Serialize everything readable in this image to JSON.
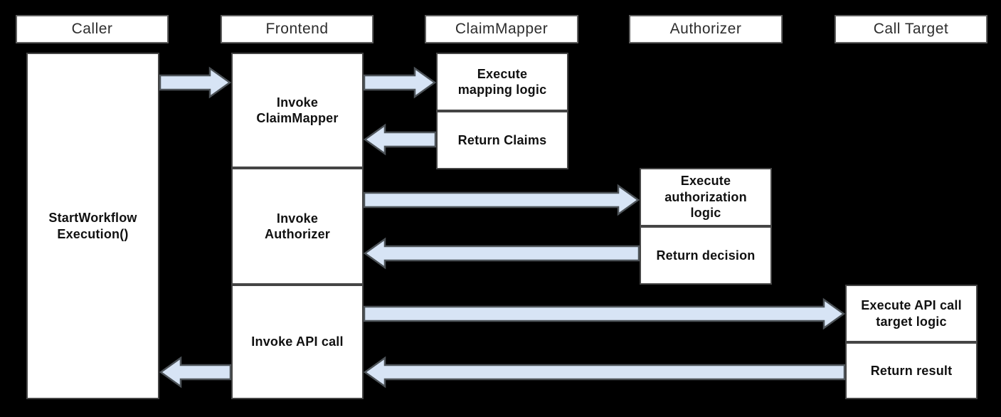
{
  "colors": {
    "background": "#000000",
    "box-fill": "#ffffff",
    "box-border": "#454545",
    "header-border": "#5f5f5f",
    "header-text": "#2d2d2d",
    "label-text": "#111111",
    "arrow-fill": "#d7e4f5",
    "arrow-stroke": "#4d5358"
  },
  "lifelines": {
    "caller": {
      "header": "Caller",
      "activation_label": "StartWorkflow\nExecution()"
    },
    "frontend": {
      "header": "Frontend",
      "steps": [
        "Invoke\nClaimMapper",
        "Invoke\nAuthorizer",
        "Invoke API call"
      ]
    },
    "claimmapper": {
      "header": "ClaimMapper",
      "steps": [
        "Execute\nmapping logic",
        "Return Claims"
      ]
    },
    "authorizer": {
      "header": "Authorizer",
      "steps": [
        "Execute\nauthorization\nlogic",
        "Return decision"
      ]
    },
    "calltarget": {
      "header": "Call Target",
      "steps": [
        "Execute API call\ntarget logic",
        "Return result"
      ]
    }
  },
  "arrows": [
    {
      "from": "Caller",
      "to": "Frontend",
      "direction": "right"
    },
    {
      "from": "Frontend",
      "to": "ClaimMapper",
      "direction": "right"
    },
    {
      "from": "ClaimMapper",
      "to": "Frontend",
      "direction": "left"
    },
    {
      "from": "Frontend",
      "to": "Authorizer",
      "direction": "right"
    },
    {
      "from": "Authorizer",
      "to": "Frontend",
      "direction": "left"
    },
    {
      "from": "Frontend",
      "to": "Call Target",
      "direction": "right"
    },
    {
      "from": "Call Target",
      "to": "Frontend",
      "direction": "left"
    },
    {
      "from": "Frontend",
      "to": "Caller",
      "direction": "left"
    }
  ]
}
